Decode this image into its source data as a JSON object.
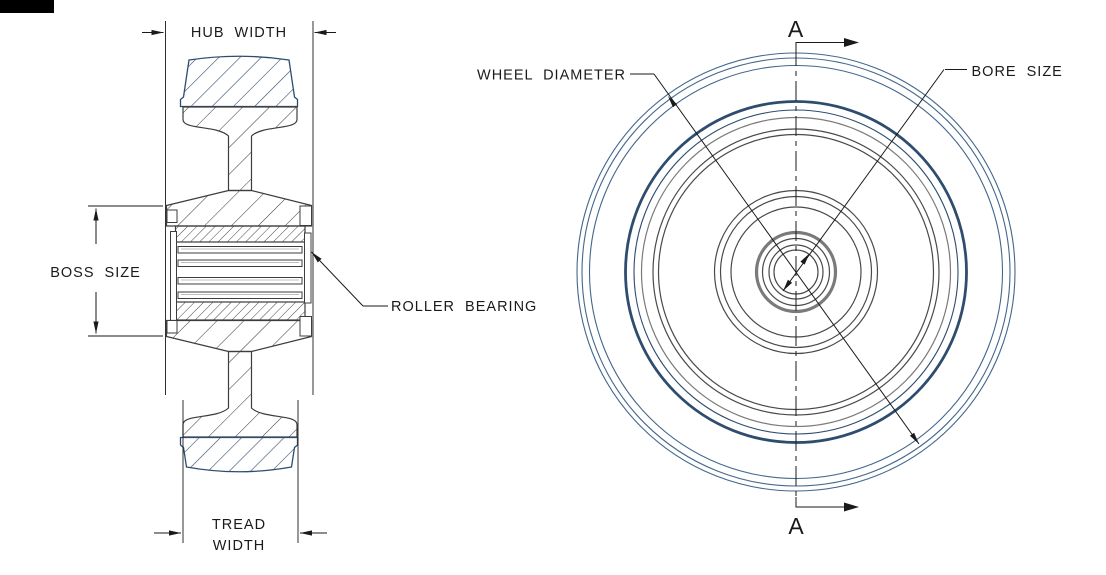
{
  "section_view": {
    "labels": {
      "hub_width": "HUB WIDTH",
      "boss_size": "BOSS SIZE",
      "roller_bearing": "ROLLER BEARING",
      "tread_line1": "TREAD",
      "tread_line2": "WIDTH"
    }
  },
  "front_view": {
    "labels": {
      "wheel_diameter": "WHEEL DIAMETER",
      "bore_size": "BORE SIZE",
      "section_marker_top": "A",
      "section_marker_bottom": "A"
    }
  },
  "colors": {
    "line_black": "#1a1a1a",
    "steel_blue": "#2e4d6e",
    "steel_blue_light": "#43678c",
    "gray_dark": "#3d3d3d",
    "gray_dark2": "#4a4a4a",
    "gray_mid": "#7a7a7a",
    "corner_block": "#000000",
    "background": "#ffffff"
  }
}
